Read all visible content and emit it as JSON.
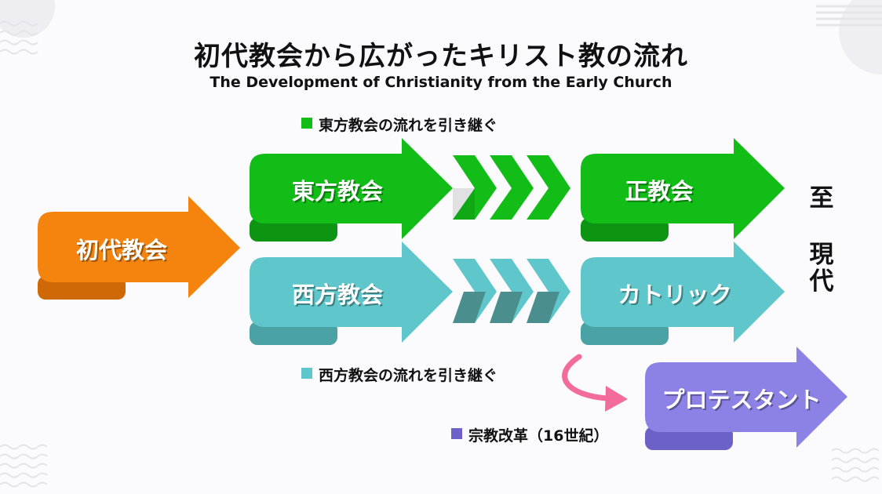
{
  "title": "初代教会から広がったキリスト教の流れ",
  "subtitle": "The Development of Christianity from the Early Church",
  "legends": {
    "east": "東方教会の流れを引き継ぐ",
    "west": "西方教会の流れを引き継ぐ",
    "reformation": "宗教改革（16世紀）"
  },
  "nodes": {
    "early": "初代教会",
    "east": "東方教会",
    "west": "西方教会",
    "orthodox": "正教会",
    "catholic": "カトリック",
    "protestant": "プロテスタント"
  },
  "present": {
    "top": "至",
    "mid": "現",
    "bottom": "代"
  },
  "colors": {
    "orange": "#f5840f",
    "orange_dark": "#cf6908",
    "green": "#12bd18",
    "green_dark": "#0d9412",
    "teal": "#5fc7cb",
    "teal_dark": "#4aa2a5",
    "teal_chevron": "#4a8e8e",
    "purple": "#8c82e6",
    "purple_dark": "#6b61c7",
    "pink": "#f26b9a"
  }
}
